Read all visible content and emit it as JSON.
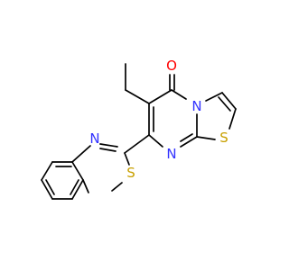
{
  "molecule": {
    "atoms": {
      "n_imidazole": {
        "symbol": "N",
        "color": "#3333ff"
      },
      "s_benzothiazole": {
        "symbol": "S",
        "color": "#c8a000"
      },
      "n_pyrimidine": {
        "symbol": "N",
        "color": "#3333ff"
      },
      "n_bridge": {
        "symbol": "N",
        "color": "#3333ff"
      },
      "s_thiazole": {
        "symbol": "S",
        "color": "#c8a000"
      },
      "o_carbonyl": {
        "symbol": "O",
        "color": "#ff0000"
      }
    },
    "bond_color": "#000000"
  }
}
